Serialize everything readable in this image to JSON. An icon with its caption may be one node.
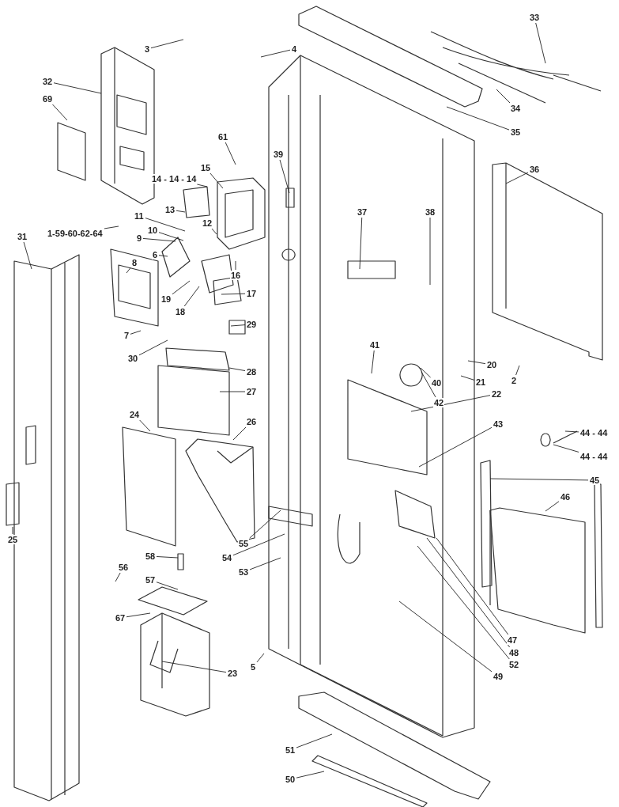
{
  "diagram": {
    "nodes": [
      {
        "text": [
          "3"
        ]
      },
      {
        "text": [
          "4"
        ]
      },
      {
        "text": [
          "32"
        ]
      },
      {
        "text": [
          "69"
        ]
      },
      {
        "text": [
          "33"
        ]
      },
      {
        "text": [
          "34"
        ]
      },
      {
        "text": [
          "35"
        ]
      },
      {
        "text": [
          "61"
        ]
      },
      {
        "text": [
          "39"
        ]
      },
      {
        "text": [
          "15"
        ]
      },
      {
        "text": [
          "14 - 14 - 14"
        ]
      },
      {
        "text": [
          "13"
        ]
      },
      {
        "text": [
          "12"
        ]
      },
      {
        "text": [
          "11"
        ]
      },
      {
        "text": [
          "10"
        ]
      },
      {
        "text": [
          "9"
        ]
      },
      {
        "text": [
          "6"
        ]
      },
      {
        "text": [
          "8"
        ]
      },
      {
        "text": [
          "31"
        ]
      },
      {
        "text": [
          "1-59-60-62-64"
        ]
      },
      {
        "text": [
          "16"
        ]
      },
      {
        "text": [
          "17"
        ]
      },
      {
        "text": [
          "19"
        ]
      },
      {
        "text": [
          "18"
        ]
      },
      {
        "text": [
          "7"
        ]
      },
      {
        "text": [
          "37"
        ]
      },
      {
        "text": [
          "38"
        ]
      },
      {
        "text": [
          "36"
        ]
      },
      {
        "text": [
          "29"
        ]
      },
      {
        "text": [
          "30"
        ]
      },
      {
        "text": [
          "28"
        ]
      },
      {
        "text": [
          "27"
        ]
      },
      {
        "text": [
          "24"
        ]
      },
      {
        "text": [
          "26"
        ]
      },
      {
        "text": [
          "25"
        ]
      },
      {
        "text": [
          "41"
        ]
      },
      {
        "text": [
          "20"
        ]
      },
      {
        "text": [
          "40"
        ]
      },
      {
        "text": [
          "21"
        ]
      },
      {
        "text": [
          "2"
        ]
      },
      {
        "text": [
          "42"
        ]
      },
      {
        "text": [
          "22"
        ]
      },
      {
        "text": [
          "43"
        ]
      },
      {
        "text": [
          "44 - 44"
        ]
      },
      {
        "text": [
          "44 - 44"
        ]
      },
      {
        "text": [
          "45"
        ]
      },
      {
        "text": [
          "46"
        ]
      },
      {
        "text": [
          "55"
        ]
      },
      {
        "text": [
          "54"
        ]
      },
      {
        "text": [
          "58"
        ]
      },
      {
        "text": [
          "56"
        ]
      },
      {
        "text": [
          "53"
        ]
      },
      {
        "text": [
          "57"
        ]
      },
      {
        "text": [
          "67"
        ]
      },
      {
        "text": [
          "5"
        ]
      },
      {
        "text": [
          "23"
        ]
      },
      {
        "text": [
          "47"
        ]
      },
      {
        "text": [
          "48"
        ]
      },
      {
        "text": [
          "52"
        ]
      },
      {
        "text": [
          "49"
        ]
      },
      {
        "text": [
          "51"
        ]
      },
      {
        "text": [
          "50"
        ]
      }
    ],
    "edges": [
      {
        "from": 0,
        "to": null,
        "arrow": "none"
      },
      {
        "from": 1,
        "to": null,
        "arrow": "none"
      },
      {
        "from": 2,
        "to": null,
        "arrow": "none"
      },
      {
        "from": 3,
        "to": null,
        "arrow": "none"
      },
      {
        "from": 4,
        "to": null,
        "arrow": "none"
      },
      {
        "from": 5,
        "to": null,
        "arrow": "none"
      },
      {
        "from": 6,
        "to": null,
        "arrow": "none"
      },
      {
        "from": 7,
        "to": null,
        "arrow": "none"
      },
      {
        "from": 8,
        "to": null,
        "arrow": "none"
      },
      {
        "from": 9,
        "to": null,
        "arrow": "none"
      },
      {
        "from": 10,
        "to": null,
        "arrow": "none"
      },
      {
        "from": 11,
        "to": null,
        "arrow": "none"
      },
      {
        "from": 12,
        "to": null,
        "arrow": "none"
      },
      {
        "from": 13,
        "to": null,
        "arrow": "none"
      },
      {
        "from": 14,
        "to": null,
        "arrow": "none"
      },
      {
        "from": 15,
        "to": null,
        "arrow": "none"
      },
      {
        "from": 16,
        "to": null,
        "arrow": "none"
      },
      {
        "from": 17,
        "to": null,
        "arrow": "none"
      },
      {
        "from": 18,
        "to": null,
        "arrow": "none"
      },
      {
        "from": 19,
        "to": null,
        "arrow": "none"
      },
      {
        "from": 20,
        "to": null,
        "arrow": "none"
      },
      {
        "from": 21,
        "to": null,
        "arrow": "none"
      },
      {
        "from": 22,
        "to": null,
        "arrow": "none"
      },
      {
        "from": 23,
        "to": null,
        "arrow": "none"
      },
      {
        "from": 24,
        "to": null,
        "arrow": "none"
      },
      {
        "from": 25,
        "to": null,
        "arrow": "none"
      },
      {
        "from": 26,
        "to": null,
        "arrow": "none"
      },
      {
        "from": 27,
        "to": null,
        "arrow": "none"
      },
      {
        "from": 28,
        "to": null,
        "arrow": "none"
      },
      {
        "from": 29,
        "to": null,
        "arrow": "none"
      },
      {
        "from": 30,
        "to": null,
        "arrow": "none"
      },
      {
        "from": 31,
        "to": null,
        "arrow": "none"
      },
      {
        "from": 32,
        "to": null,
        "arrow": "none"
      },
      {
        "from": 33,
        "to": null,
        "arrow": "none"
      },
      {
        "from": 34,
        "to": null,
        "arrow": "none"
      },
      {
        "from": 35,
        "to": null,
        "arrow": "none"
      },
      {
        "from": 36,
        "to": null,
        "arrow": "none"
      },
      {
        "from": 37,
        "to": null,
        "arrow": "none"
      },
      {
        "from": 38,
        "to": null,
        "arrow": "none"
      },
      {
        "from": 39,
        "to": null,
        "arrow": "none"
      },
      {
        "from": 40,
        "to": null,
        "arrow": "none"
      },
      {
        "from": 41,
        "to": null,
        "arrow": "none"
      },
      {
        "from": 42,
        "to": null,
        "arrow": "none"
      },
      {
        "from": 43,
        "to": null,
        "arrow": "none"
      },
      {
        "from": 44,
        "to": null,
        "arrow": "none"
      },
      {
        "from": 45,
        "to": null,
        "arrow": "none"
      },
      {
        "from": 46,
        "to": null,
        "arrow": "none"
      },
      {
        "from": 47,
        "to": null,
        "arrow": "none"
      },
      {
        "from": 48,
        "to": null,
        "arrow": "none"
      },
      {
        "from": 49,
        "to": null,
        "arrow": "none"
      },
      {
        "from": 50,
        "to": null,
        "arrow": "none"
      },
      {
        "from": 51,
        "to": null,
        "arrow": "none"
      },
      {
        "from": 52,
        "to": null,
        "arrow": "none"
      },
      {
        "from": 53,
        "to": null,
        "arrow": "none"
      },
      {
        "from": 54,
        "to": null,
        "arrow": "none"
      },
      {
        "from": 55,
        "to": null,
        "arrow": "none"
      },
      {
        "from": 56,
        "to": null,
        "arrow": "none"
      },
      {
        "from": 57,
        "to": null,
        "arrow": "none"
      },
      {
        "from": 58,
        "to": null,
        "arrow": "none"
      },
      {
        "from": 59,
        "to": null,
        "arrow": "none"
      },
      {
        "from": 60,
        "to": null,
        "arrow": "none"
      },
      {
        "from": 61,
        "to": null,
        "arrow": "none"
      }
    ]
  }
}
